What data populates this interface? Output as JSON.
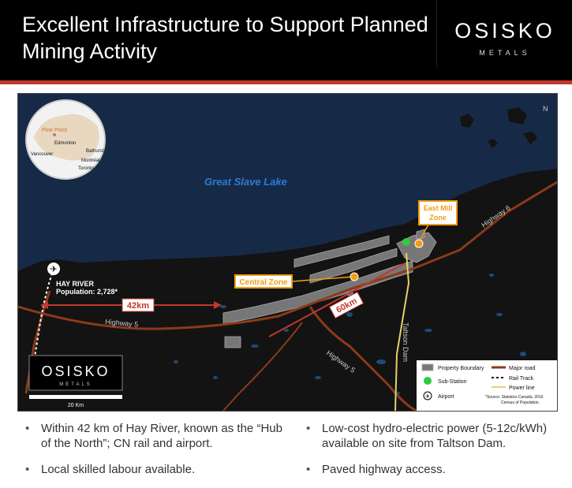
{
  "header": {
    "title": "Excellent Infrastructure to Support Planned Mining Activity",
    "logo_main": "OSISKO",
    "logo_sub": "METALS"
  },
  "map": {
    "lake_label": "Great Slave Lake",
    "inset_labels": [
      "Pine Point",
      "Edmonton",
      "Vancouver",
      "Bathurst",
      "Montréal",
      "Toronto"
    ],
    "hay_river": "HAY RIVER",
    "population": "Population: 2,728*",
    "central_zone": "Central Zone",
    "east_mill_line1": "East Mill",
    "east_mill_line2": "Zone",
    "dist_42": "42km",
    "dist_60": "60km",
    "highway5_a": "Highway 5",
    "highway5_b": "Highway 5",
    "highway6": "Highway 6",
    "taltson": "Taltson Dam",
    "scale": "20 Km",
    "north": "N",
    "legend": {
      "property": "Property Boundary",
      "major_road": "Major road",
      "substation": "Sub-Station",
      "rail": "Rail Track",
      "power": "Power line",
      "airport": "Airport",
      "source1": "*Source: Statistics Canada, 2016.",
      "source2": "Census of Population."
    },
    "map_logo_main": "OSISKO",
    "map_logo_sub": "METALS"
  },
  "bullets": {
    "left": [
      "Within 42 km of Hay River, known as the “Hub of the North”; CN rail and airport.",
      "Local skilled labour available."
    ],
    "right": [
      "Low-cost hydro-electric power (5-12c/kWh) available on site from Taltson Dam.",
      "Paved highway access."
    ]
  },
  "colors": {
    "header": "#000000",
    "accent": "#c0392b",
    "lake": "#162a47",
    "land": "#131313",
    "road": "#8b3a1a",
    "power": "#e8d06a",
    "callout": "#f39c12"
  }
}
